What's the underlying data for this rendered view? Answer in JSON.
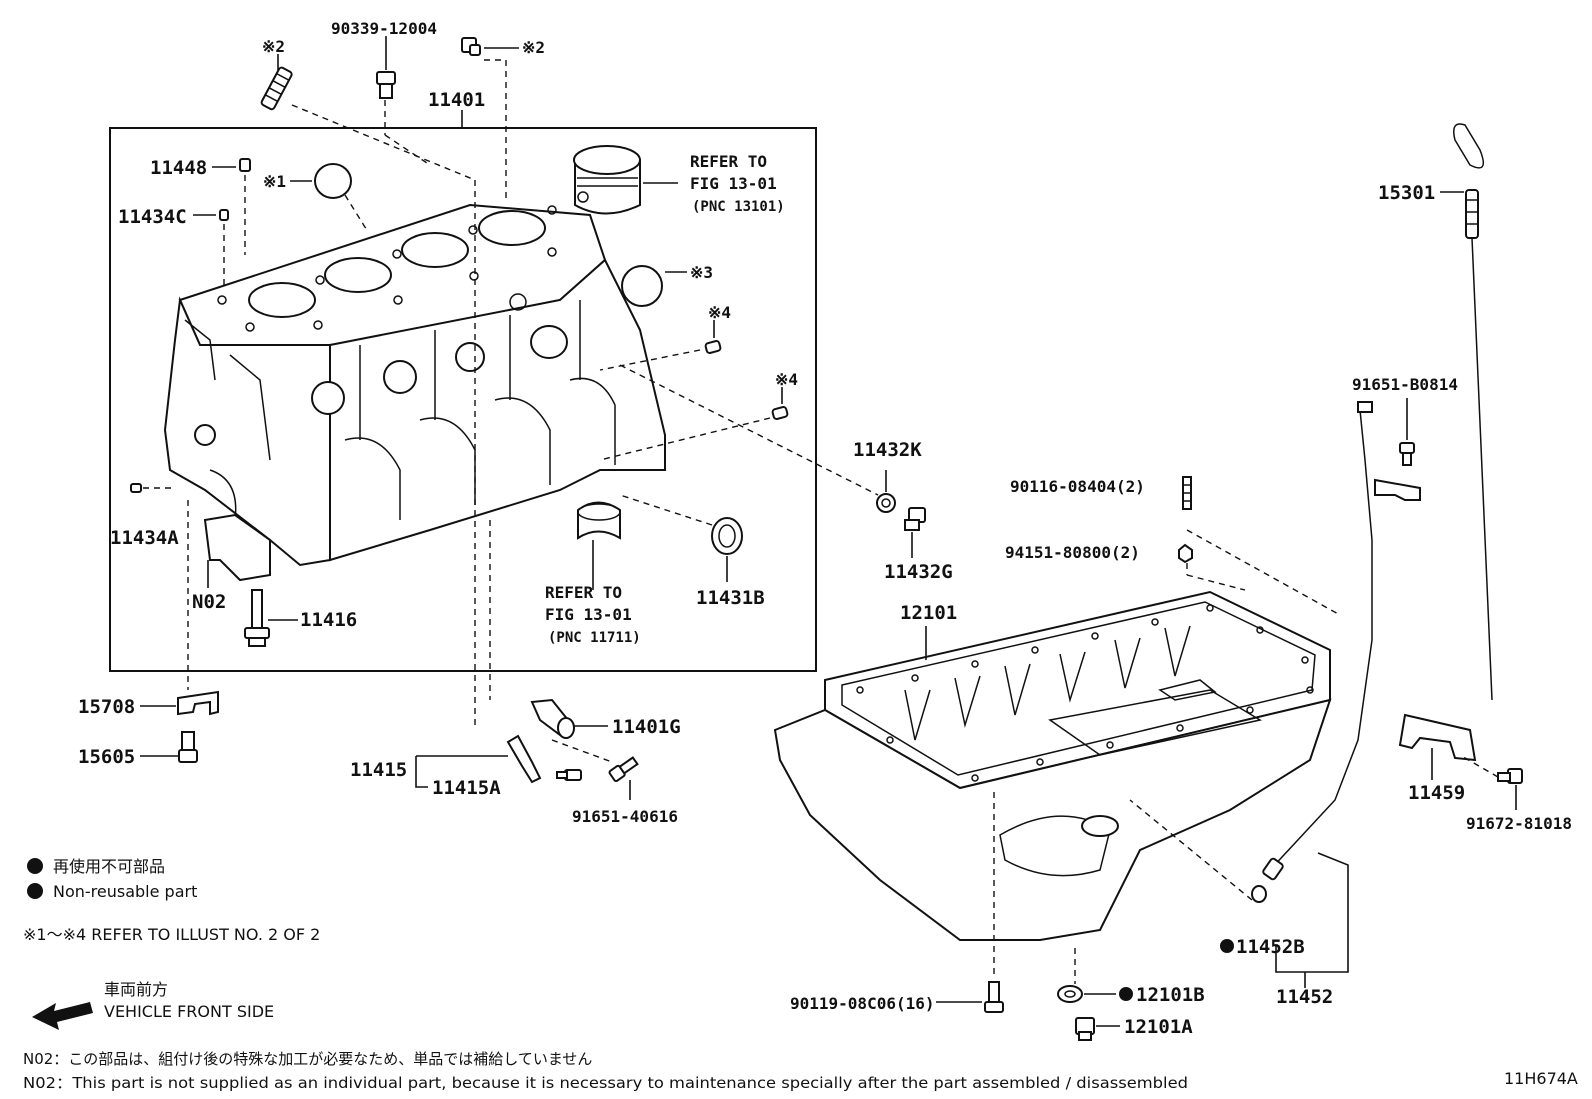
{
  "diagram_id": "11H674A",
  "labels": {
    "p90339": "90339-12004",
    "mark2a": "※2",
    "mark2b": "※2",
    "p11401": "11401",
    "p11448": "11448",
    "mark1": "※1",
    "p11434c": "11434C",
    "refer_piston_1": "REFER TO",
    "refer_piston_2": "FIG 13-01",
    "refer_piston_3": "(PNC 13101)",
    "mark3": "※3",
    "mark4a": "※4",
    "mark4b": "※4",
    "p11434a": "11434A",
    "n02": "N02",
    "p11416": "11416",
    "refer_bearing_1": "REFER TO",
    "refer_bearing_2": "FIG 13-01",
    "refer_bearing_3": "(PNC 11711)",
    "p11431b": "11431B",
    "p11432k": "11432K",
    "p11432g": "11432G",
    "p15708": "15708",
    "p15605": "15605",
    "p11401g": "11401G",
    "p11415": "11415",
    "p11415a": "11415A",
    "p91651_40616": "91651-40616",
    "p15301": "15301",
    "p91651_b0814": "91651-B0814",
    "p90116": "90116-08404(2)",
    "p94151": "94151-80800(2)",
    "p12101": "12101",
    "p11459": "11459",
    "p91672": "91672-81018",
    "p11452b": "11452B",
    "p11452": "11452",
    "p90119": "90119-08C06(16)",
    "p12101b": "12101B",
    "p12101a": "12101A"
  },
  "legend": {
    "nonreusable_jp": "再使用不可部品",
    "nonreusable_en": "Non-reusable part",
    "refer_note": "※1～※4  REFER TO ILLUST NO. 2 OF 2",
    "front_jp": "車両前方",
    "front_en": "VEHICLE FRONT SIDE"
  },
  "footnotes": {
    "n02_jp": "N02：この部品は、組付け後の特殊な加工が必要なため、単品では補給していません",
    "n02_en": "N02：This part is not supplied as an individual part, because it is necessary to maintenance specially after the part assembled / disassembled"
  }
}
